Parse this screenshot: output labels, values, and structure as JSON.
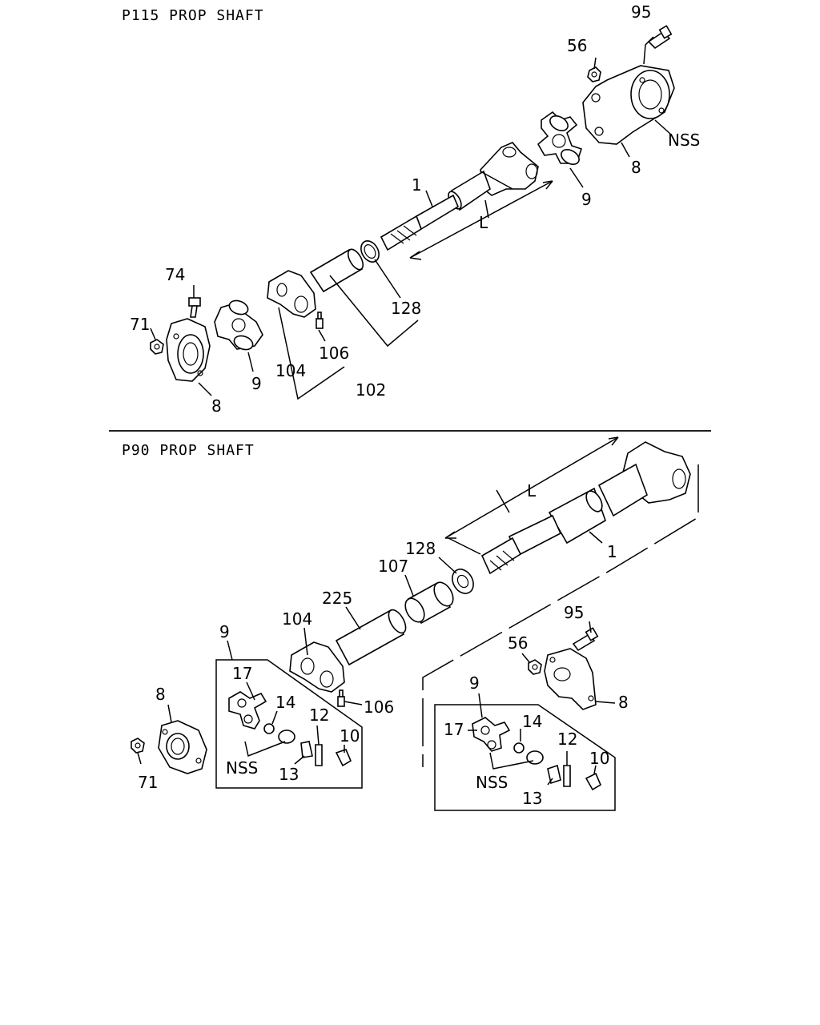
{
  "sections": [
    {
      "title": "P115 PROP SHAFT",
      "labels": [
        "95",
        "56",
        "NSS",
        "8",
        "9",
        "1",
        "L",
        "128",
        "74",
        "71",
        "9",
        "8",
        "106",
        "104",
        "102"
      ]
    },
    {
      "title": "P90 PROP SHAFT",
      "labels": [
        "L",
        "1",
        "128",
        "107",
        "225",
        "104",
        "9",
        "95",
        "56",
        "8",
        "106",
        "17",
        "14",
        "12",
        "10",
        "8",
        "71",
        "NSS",
        "13",
        "9",
        "17",
        "14",
        "12",
        "10",
        "NSS",
        "13"
      ]
    }
  ]
}
